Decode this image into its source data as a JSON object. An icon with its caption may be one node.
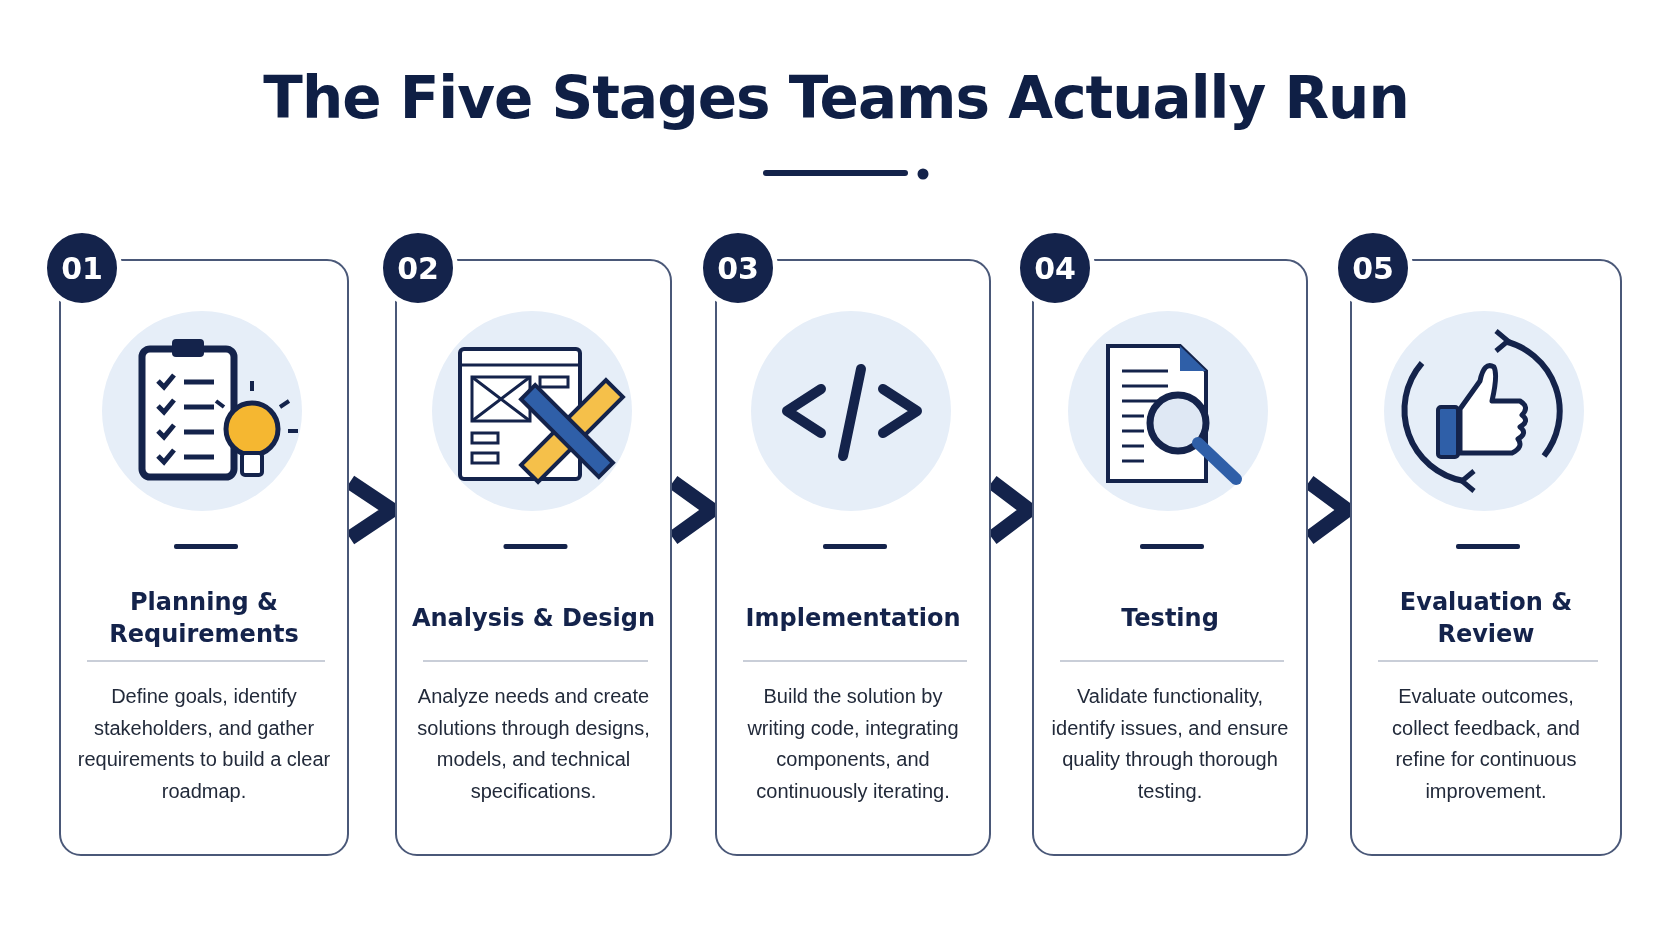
{
  "diagram": {
    "title": "The Five Stages Teams Actually Run",
    "nodes": [
      {
        "text": [
          "01",
          "Planning & Requirements",
          "Define goals, identify stakeholders, and gather requirements to build a clear roadmap."
        ]
      },
      {
        "text": [
          "02",
          "Analysis & Design",
          "Analyze needs and create solutions through designs, models, and technical specifications."
        ]
      },
      {
        "text": [
          "03",
          "Implementation",
          "Build the solution by writing code, integrating components, and continuously iterating."
        ]
      },
      {
        "text": [
          "04",
          "Testing",
          "Validate functionality, identify issues, and ensure quality through thorough testing."
        ]
      },
      {
        "text": [
          "05",
          "Evaluation & Review",
          "Evaluate outcomes, collect feedback, and refine for continuous improvement."
        ]
      }
    ],
    "edges": [
      {
        "from": 0,
        "to": 1,
        "arrow": "to"
      },
      {
        "from": 1,
        "to": 2,
        "arrow": "to"
      },
      {
        "from": 2,
        "to": 3,
        "arrow": "to"
      },
      {
        "from": 3,
        "to": 4,
        "arrow": "to"
      }
    ]
  }
}
